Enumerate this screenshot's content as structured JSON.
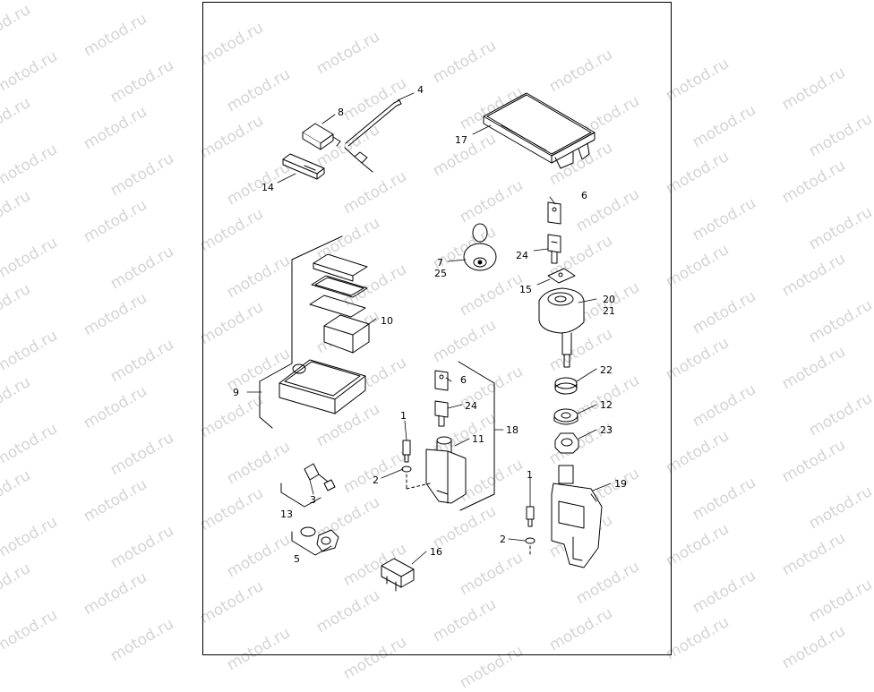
{
  "watermark": {
    "text": "motod.ru",
    "color": "#d4d4d4"
  },
  "callouts": [
    {
      "id": "c1a",
      "label": "1"
    },
    {
      "id": "c1b",
      "label": "1"
    },
    {
      "id": "c2a",
      "label": "2"
    },
    {
      "id": "c2b",
      "label": "2"
    },
    {
      "id": "c3",
      "label": "3"
    },
    {
      "id": "c4",
      "label": "4"
    },
    {
      "id": "c5",
      "label": "5"
    },
    {
      "id": "c6a",
      "label": "6"
    },
    {
      "id": "c6b",
      "label": "6"
    },
    {
      "id": "c7",
      "label": "7"
    },
    {
      "id": "c8",
      "label": "8"
    },
    {
      "id": "c9",
      "label": "9"
    },
    {
      "id": "c10",
      "label": "10"
    },
    {
      "id": "c11",
      "label": "11"
    },
    {
      "id": "c12",
      "label": "12"
    },
    {
      "id": "c13",
      "label": "13"
    },
    {
      "id": "c14",
      "label": "14"
    },
    {
      "id": "c15",
      "label": "15"
    },
    {
      "id": "c16",
      "label": "16"
    },
    {
      "id": "c17",
      "label": "17"
    },
    {
      "id": "c18",
      "label": "18"
    },
    {
      "id": "c19",
      "label": "19"
    },
    {
      "id": "c20",
      "label": "20"
    },
    {
      "id": "c21",
      "label": "21"
    },
    {
      "id": "c22",
      "label": "22"
    },
    {
      "id": "c23",
      "label": "23"
    },
    {
      "id": "c24a",
      "label": "24"
    },
    {
      "id": "c24b",
      "label": "24"
    },
    {
      "id": "c25",
      "label": "25"
    }
  ]
}
